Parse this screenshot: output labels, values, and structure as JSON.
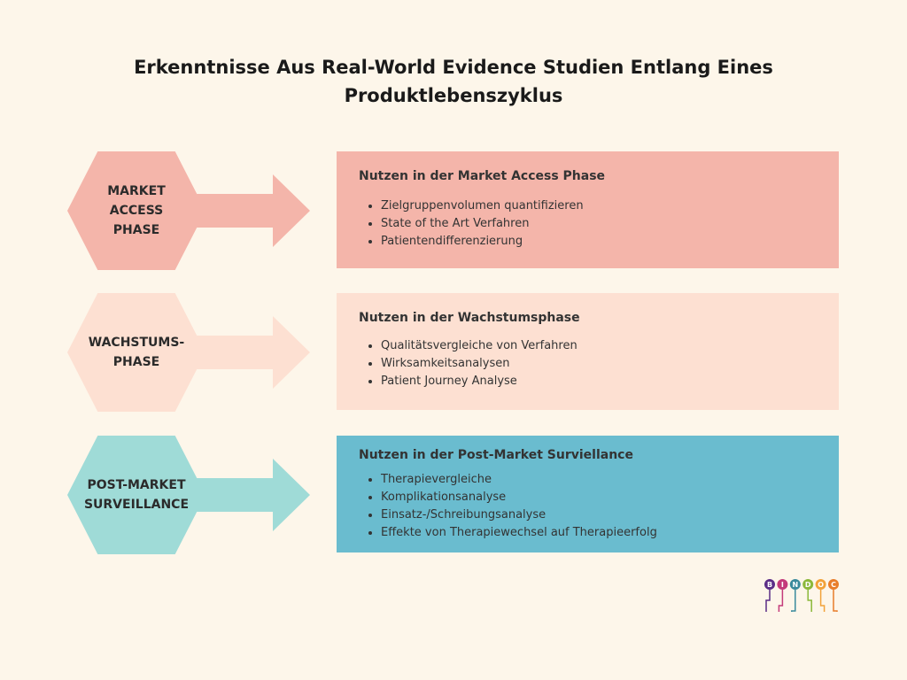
{
  "title": {
    "line1": "Erkenntnisse Aus Real-World Evidence Studien Entlang Eines",
    "line2": "Produktlebenszyklus"
  },
  "phases": [
    {
      "label_lines": [
        "MARKET",
        "ACCESS",
        "PHASE"
      ],
      "heading": "Nutzen in der Market Access Phase",
      "bullets": [
        "Zielgruppenvolumen quantifizieren",
        "State of the Art Verfahren",
        "Patientendifferenzierung"
      ],
      "color": "#f4b5aa"
    },
    {
      "label_lines": [
        "WACHSTUMS-",
        "PHASE"
      ],
      "heading": "Nutzen in der Wachstumsphase",
      "bullets": [
        "Qualitätsvergleiche von Verfahren",
        "Wirksamkeitsanalysen",
        "Patient Journey Analyse"
      ],
      "color": "#fde0d2"
    },
    {
      "label_lines": [
        "POST-MARKET",
        "SURVEILLANCE"
      ],
      "heading": "Nutzen in der Post-Market Surviellance",
      "bullets": [
        "Therapievergleiche",
        "Komplikationsanalyse",
        "Einsatz-/Schreibungsanalyse",
        "Effekte von Therapiewechsel auf Therapieerfolg"
      ],
      "color": "#6abccf"
    }
  ],
  "logo": {
    "letters": [
      "B",
      "I",
      "N",
      "D",
      "O",
      "C"
    ],
    "colors": [
      "#5b2d86",
      "#c43a7a",
      "#3a8a9c",
      "#8bb83a",
      "#f2a23a",
      "#e87d2a"
    ]
  }
}
